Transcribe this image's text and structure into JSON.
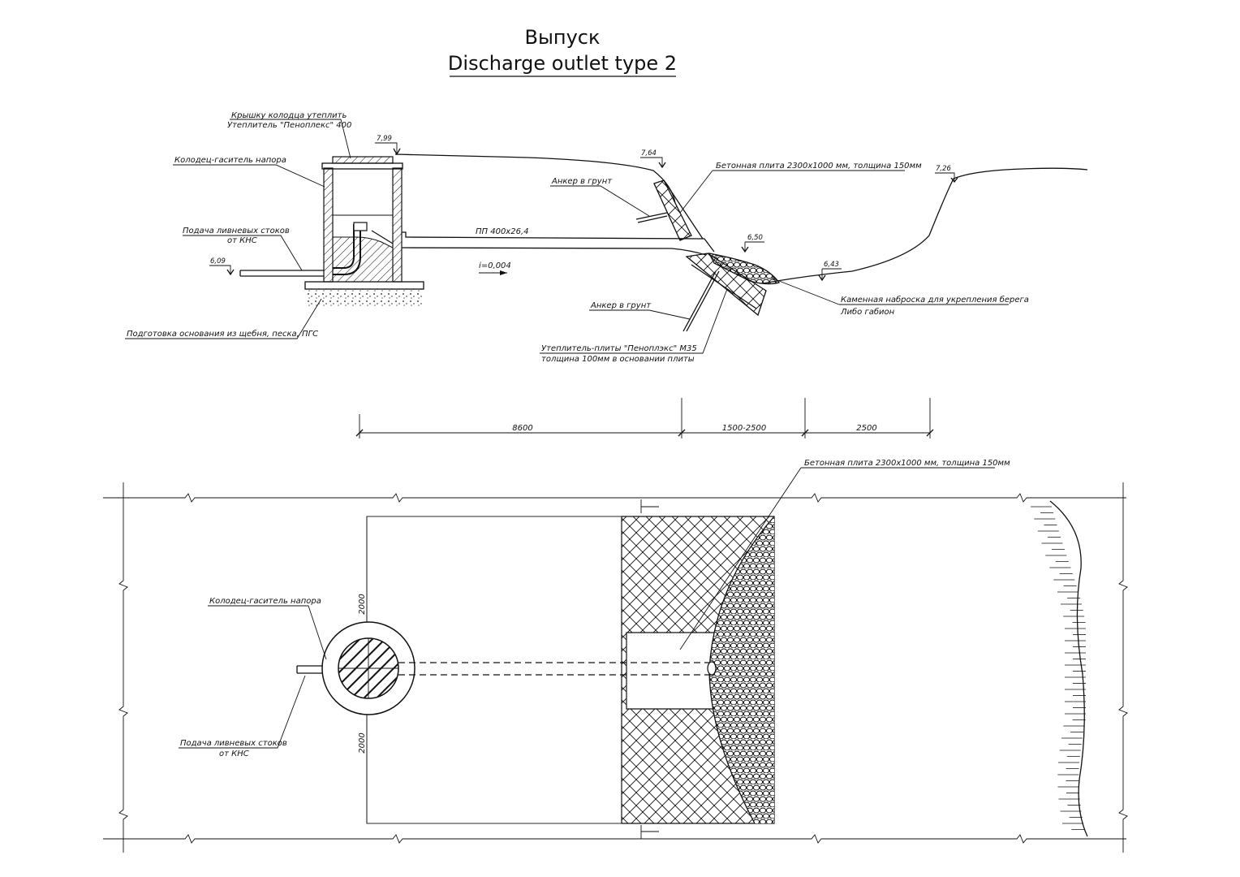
{
  "title": {
    "line1": "Выпуск",
    "line2": "Discharge outlet type 2"
  },
  "section": {
    "labels": {
      "lid_1": "Крышку колодца утеплить",
      "lid_2": "Утеплитель \"Пеноплекс\" 400",
      "well": "Колодец-гаситель напора",
      "supply_1": "Подача ливневых стоков",
      "supply_2": "от КНС",
      "base": "Подготовка основания из щебня, песка, ПГС",
      "pipe": "ПП 400х26,4",
      "slope": "i=0,004",
      "anchor_top": "Анкер в грунт",
      "anchor_bottom": "Анкер в грунт",
      "slab": "Бетонная плита 2300х1000 мм, толщина 150мм",
      "insul_1": "Утеплитель-плиты \"Пеноплэкс\" М35",
      "insul_2": "толщина 100мм в основании плиты",
      "riprap_1": "Каменная наброска для укрепления берега",
      "riprap_2": "Либо габион"
    },
    "elevations": {
      "e799": "7,99",
      "e764": "7,64",
      "e726": "7,26",
      "e650": "6,50",
      "e643": "6,43",
      "e609": "6,09"
    }
  },
  "dimensions": {
    "d1": "8600",
    "d2": "1500-2500",
    "d3": "2500"
  },
  "plan": {
    "slab": "Бетонная плита 2300х1000 мм, толщина 150мм",
    "well": "Колодец-гаситель напора",
    "supply_1": "Подача ливневых стоков",
    "supply_2": "от КНС",
    "dim_top": "2000",
    "dim_bottom": "2000"
  }
}
